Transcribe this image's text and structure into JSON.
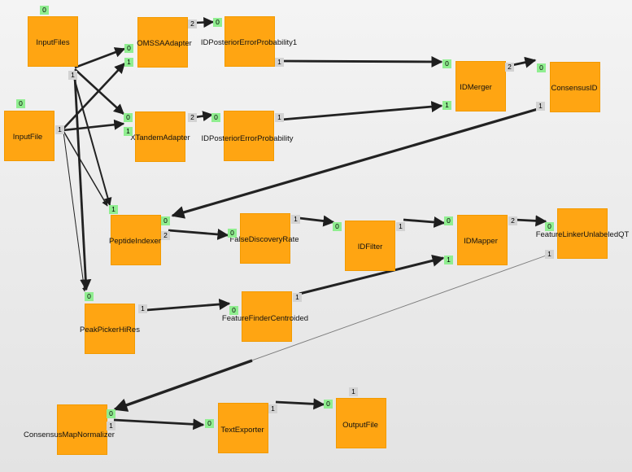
{
  "nodes": {
    "inputfiles": {
      "label": "InputFiles"
    },
    "omssa": {
      "label": "OMSSAAdapter"
    },
    "idpep1": {
      "label": "IDPosteriorErrorProbability1"
    },
    "idmerger": {
      "label": "IDMerger"
    },
    "consensusid": {
      "label": "ConsensusID"
    },
    "inputfile": {
      "label": "InputFile"
    },
    "xtandem": {
      "label": "XTandemAdapter"
    },
    "idpep": {
      "label": "IDPosteriorErrorProbability"
    },
    "peptide": {
      "label": "PeptideIndexer"
    },
    "fdr": {
      "label": "FalseDiscoveryRate"
    },
    "idfilter": {
      "label": "IDFilter"
    },
    "idmapper": {
      "label": "IDMapper"
    },
    "flu": {
      "label": "FeatureLinkerUnlabeledQT"
    },
    "peakpicker": {
      "label": "PeakPickerHiRes"
    },
    "ffc": {
      "label": "FeatureFinderCentroided"
    },
    "cmn": {
      "label": "ConsensusMapNormalizer"
    },
    "textexporter": {
      "label": "TextExporter"
    },
    "outputfile": {
      "label": "OutputFile"
    }
  },
  "ports": {
    "inputfiles": {
      "in0": "0",
      "out1": "1"
    },
    "omssa": {
      "in0": "0",
      "in1": "1",
      "out2": "2"
    },
    "idpep1": {
      "in0": "0",
      "out1": "1"
    },
    "idmerger": {
      "in0": "0",
      "in1": "1",
      "out2": "2"
    },
    "consensusid": {
      "in0": "0",
      "out1": "1"
    },
    "inputfile": {
      "in0": "0",
      "out1": "1"
    },
    "xtandem": {
      "in0": "0",
      "in1": "1",
      "out2": "2"
    },
    "idpep": {
      "in0": "0",
      "out1": "1"
    },
    "peptide": {
      "in1": "1",
      "in0": "0",
      "out2": "2"
    },
    "fdr": {
      "in0": "0",
      "out1": "1"
    },
    "idfilter": {
      "in0": "0",
      "out1": "1"
    },
    "idmapper": {
      "in0": "0",
      "in1": "1",
      "out2": "2"
    },
    "flu": {
      "in0": "0",
      "out1": "1"
    },
    "peakpicker": {
      "in0": "0",
      "out1": "1"
    },
    "ffc": {
      "in0": "0",
      "out1": "1"
    },
    "cmn": {
      "in0": "0",
      "out1": "1"
    },
    "textexporter": {
      "in0": "0",
      "out1": "1"
    },
    "outputfile": {
      "in0": "0",
      "out1": "1"
    }
  },
  "colors": {
    "node_fill": "#ffa512",
    "input_port": "#90ee90",
    "output_port": "#d3d3d3",
    "edge": "#222222"
  }
}
